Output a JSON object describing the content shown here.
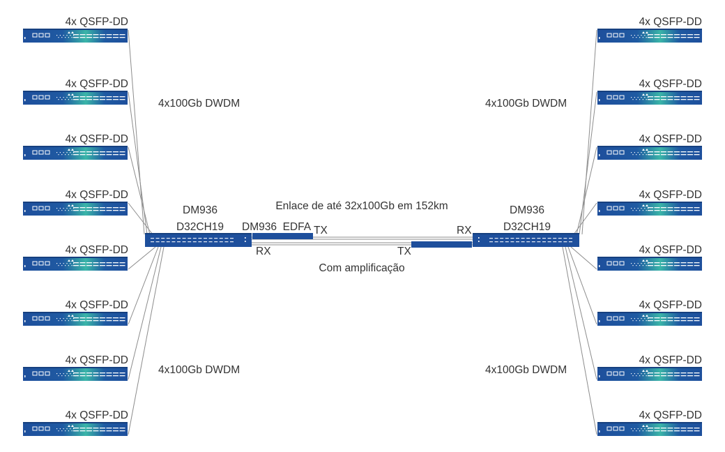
{
  "switch_label": "4x QSFP-DD",
  "wdm_top_label": "4x100Gb DWDM",
  "wdm_bottom_label": "4x100Gb DWDM",
  "mux_name_line1": "DM936",
  "mux_name_line2": "D32CH19",
  "edfa_label": "DM936  EDFA",
  "link_title": "Enlace de até 32x100Gb em 152km",
  "link_subtitle": "Com amplificação",
  "tx_label": "TX",
  "rx_label": "RX",
  "colors": {
    "device_blue": "#1e4f9c",
    "device_dark": "#16407f",
    "teal_highlight": "#3ab5a8",
    "fiber_gray": "#8c8c8c",
    "text": "#333333"
  },
  "icons": [
    "qsfp-switch-icon",
    "dwdm-mux-icon",
    "edfa-amplifier-icon",
    "fiber-line"
  ]
}
